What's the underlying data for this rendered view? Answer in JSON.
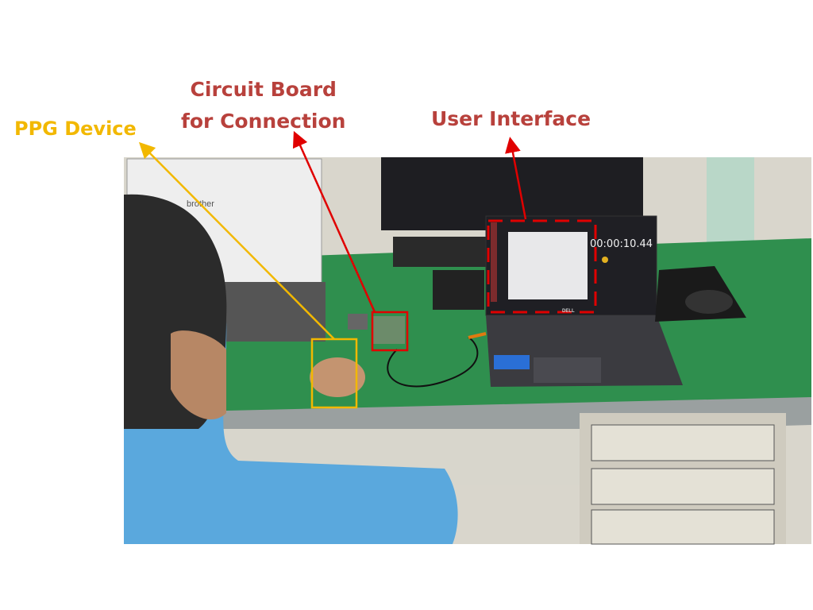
{
  "annotations": {
    "ppg_device": "PPG Device",
    "circuit_board_line1": "Circuit Board",
    "circuit_board_line2": "for Connection",
    "user_interface": "User Interface"
  },
  "photo": {
    "printer_brand": "brother",
    "laptop_brand": "DELL",
    "screen_timer": "00:00:10.44"
  },
  "colors": {
    "ppg": "#f2b800",
    "label_red": "#b8413c",
    "arrow_red": "#e00000",
    "desk": "#2f8f4e"
  }
}
